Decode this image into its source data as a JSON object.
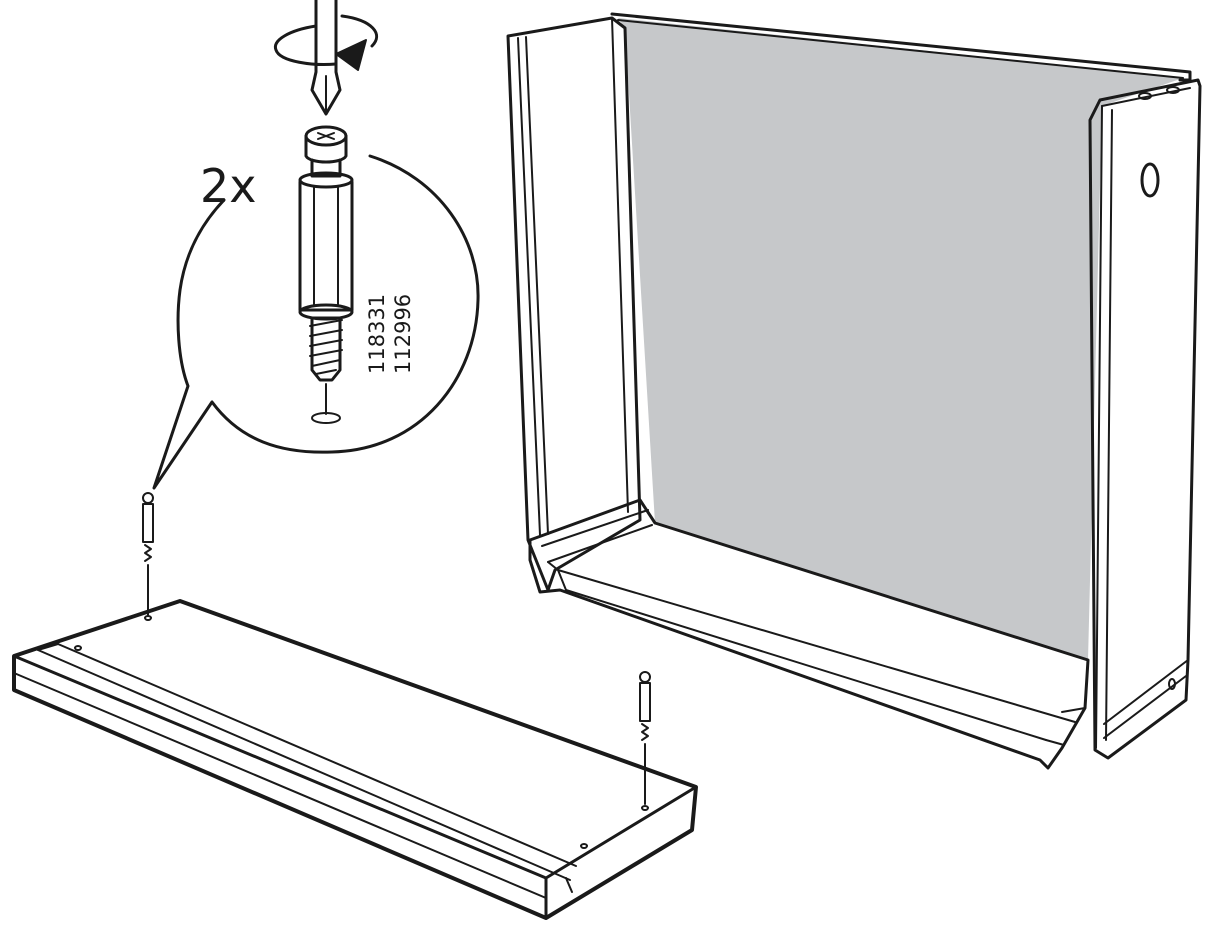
{
  "instruction": {
    "quantity": "2x",
    "part_numbers": [
      "118331",
      "112996"
    ]
  },
  "colors": {
    "line": "#1a1a1a",
    "back_panel": "#c6c8ca",
    "background": "#ffffff"
  },
  "icons": {
    "rotation": "rotate-arrow-icon",
    "tool": "screwdriver-icon",
    "fastener": "cam-dowel-icon"
  }
}
